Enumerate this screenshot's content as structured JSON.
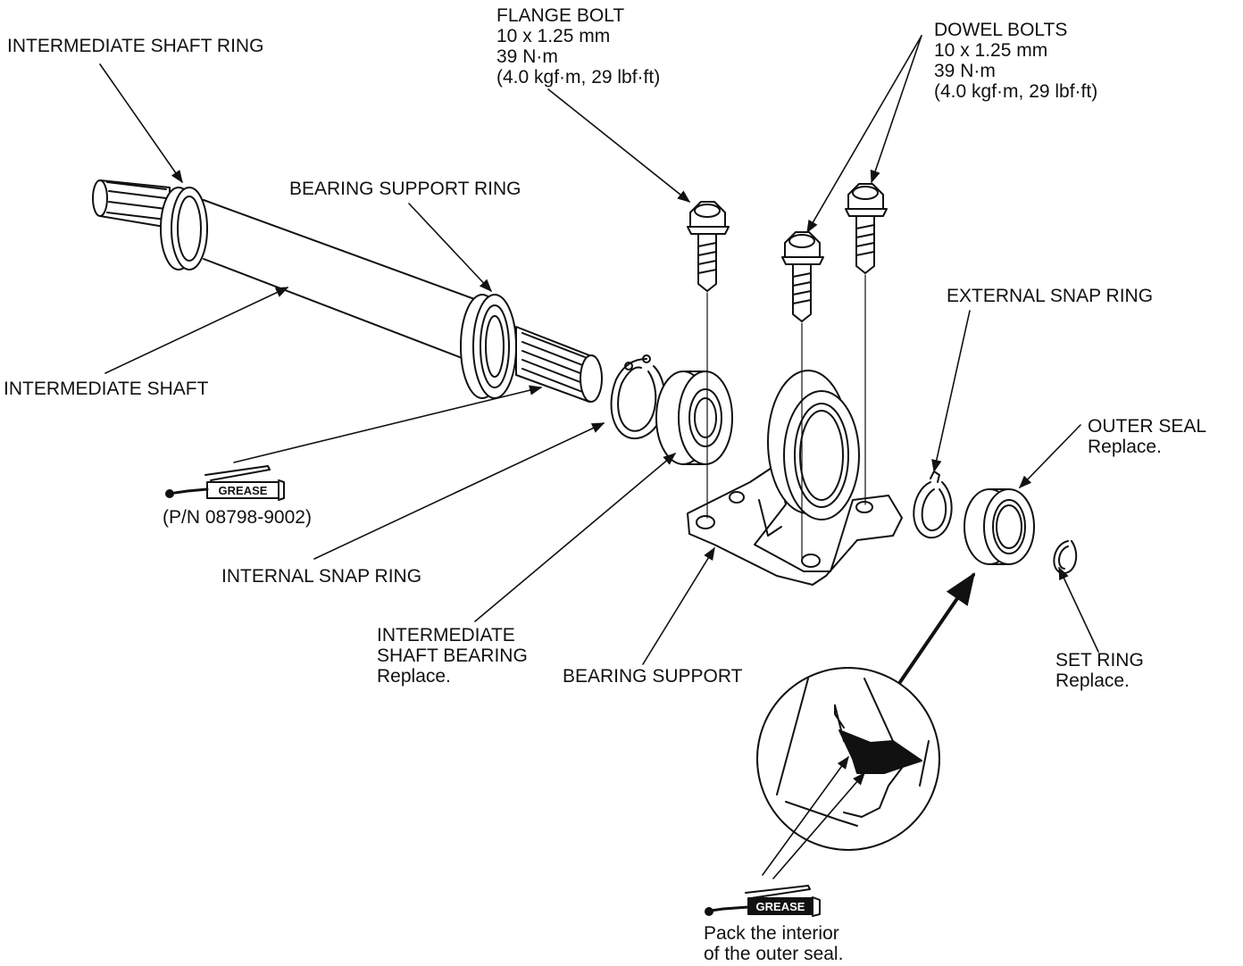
{
  "labels": {
    "intermediate_shaft_ring": "INTERMEDIATE SHAFT RING",
    "bearing_support_ring": "BEARING SUPPORT RING",
    "intermediate_shaft": "INTERMEDIATE SHAFT",
    "flange_bolt": {
      "title": "FLANGE BOLT",
      "size": "10 x 1.25 mm",
      "torque": "39 N·m",
      "torque_alt": "(4.0 kgf·m, 29 lbf·ft)"
    },
    "dowel_bolts": {
      "title": "DOWEL BOLTS",
      "size": "10 x 1.25 mm",
      "torque": "39 N·m",
      "torque_alt": "(4.0 kgf·m, 29 lbf·ft)"
    },
    "external_snap_ring": "EXTERNAL SNAP RING",
    "outer_seal": {
      "title": "OUTER SEAL",
      "note": "Replace."
    },
    "grease_pn": "(P/N 08798-9002)",
    "internal_snap_ring": "INTERNAL SNAP RING",
    "intermediate_shaft_bearing": {
      "line1": "INTERMEDIATE",
      "line2": "SHAFT BEARING",
      "note": "Replace."
    },
    "bearing_support": "BEARING SUPPORT",
    "set_ring": {
      "title": "SET RING",
      "note": "Replace."
    },
    "grease_tube_text": "GREASE",
    "pack_note": {
      "line1": "Pack the interior",
      "line2": "of the outer seal."
    }
  }
}
